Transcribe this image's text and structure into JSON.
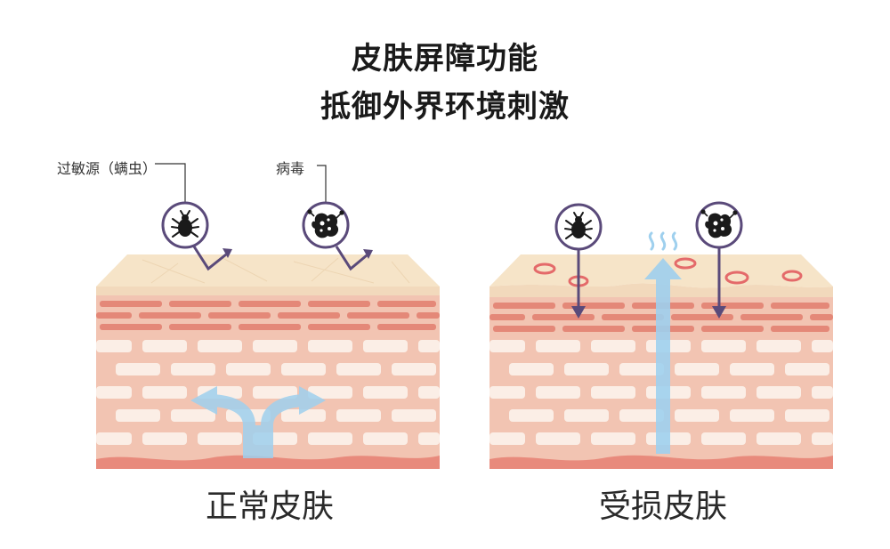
{
  "title": {
    "line1": "皮肤屏障功能",
    "line2": "抵御外界环境刺激"
  },
  "labels": {
    "allergen": "过敏源（螨虫）",
    "virus": "病毒"
  },
  "panels": {
    "normal": {
      "caption": "正常皮肤"
    },
    "damaged": {
      "caption": "受损皮肤"
    }
  },
  "colors": {
    "surface": "#f6e4c8",
    "dermis": "#f2c4b2",
    "brick": "#e48878",
    "cell": "#fbeee6",
    "arrow_blue": "#9fd0ee",
    "pointer": "#5a4a7a",
    "base": "#e88a7c"
  },
  "icons": {
    "mite": "mite-icon",
    "virus": "virus-icon"
  }
}
